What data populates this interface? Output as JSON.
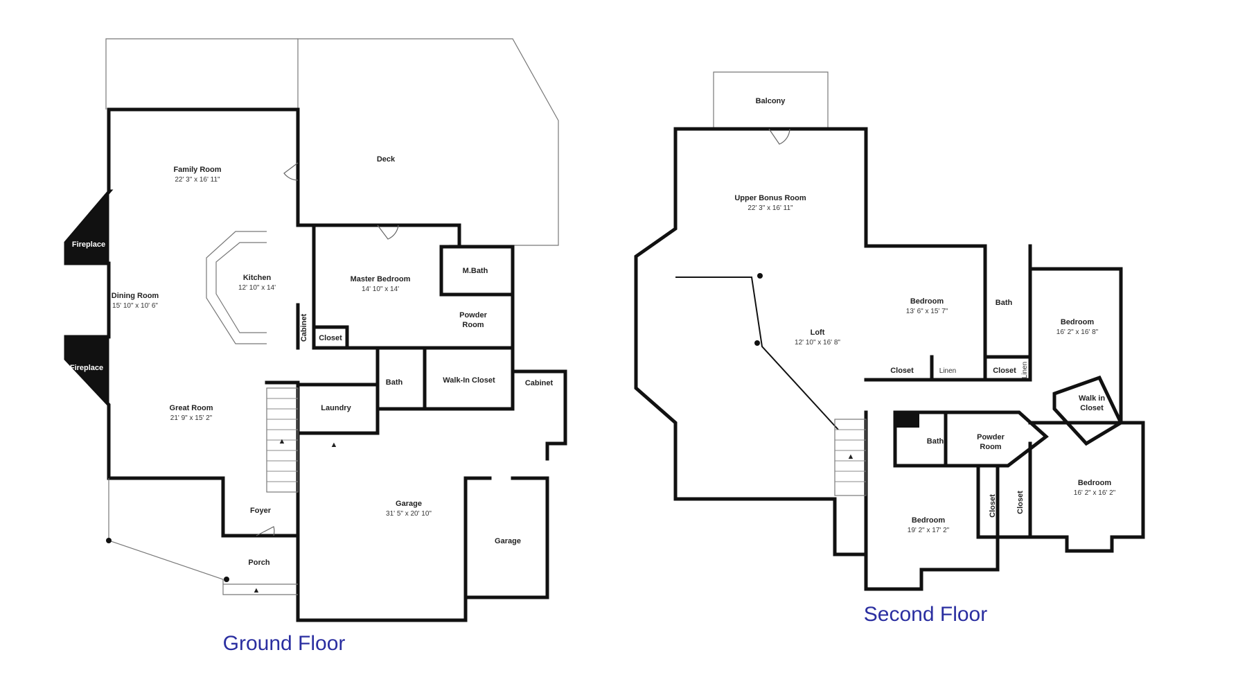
{
  "floors": {
    "ground": "Ground Floor",
    "second": "Second Floor"
  },
  "ground_rooms": {
    "family_room": {
      "name": "Family Room",
      "size": "22' 3\" x 16' 11\""
    },
    "deck": {
      "name": "Deck"
    },
    "fireplace_1": {
      "name": "Fireplace"
    },
    "fireplace_2": {
      "name": "Fireplace"
    },
    "kitchen": {
      "name": "Kitchen",
      "size": "12' 10\" x 14'"
    },
    "dining_room": {
      "name": "Dining Room",
      "size": "15' 10\" x 10' 6\""
    },
    "master_bedroom": {
      "name": "Master Bedroom",
      "size": "14' 10\" x 14'"
    },
    "m_bath": {
      "name": "M.Bath"
    },
    "powder_room": {
      "name": "Powder",
      "name2": "Room"
    },
    "cabinet_left": {
      "name": "Cabinet"
    },
    "closet": {
      "name": "Closet"
    },
    "bath": {
      "name": "Bath"
    },
    "walk_in_closet": {
      "name": "Walk-In Closet"
    },
    "cabinet_right": {
      "name": "Cabinet"
    },
    "great_room": {
      "name": "Great Room",
      "size": "21' 9\" x 15' 2\""
    },
    "laundry": {
      "name": "Laundry"
    },
    "foyer": {
      "name": "Foyer"
    },
    "porch": {
      "name": "Porch"
    },
    "garage_main": {
      "name": "Garage",
      "size": "31' 5\" x 20' 10\""
    },
    "garage_small": {
      "name": "Garage"
    }
  },
  "second_rooms": {
    "balcony": {
      "name": "Balcony"
    },
    "upper_bonus": {
      "name": "Upper Bonus Room",
      "size": "22' 3\" x 16' 11\""
    },
    "loft": {
      "name": "Loft",
      "size": "12' 10\" x 16' 8\""
    },
    "bedroom_1": {
      "name": "Bedroom",
      "size": "13' 6\" x 15' 7\""
    },
    "bath_1": {
      "name": "Bath"
    },
    "bedroom_2": {
      "name": "Bedroom",
      "size": "16' 2\" x 16' 8\""
    },
    "closet_1": {
      "name": "Closet"
    },
    "linen": {
      "name": "Linen"
    },
    "closet_2": {
      "name": "Closet"
    },
    "linen_2": {
      "name": "Linen"
    },
    "walk_in_closet": {
      "name": "Walk in",
      "name2": "Closet"
    },
    "bath_2": {
      "name": "Bath"
    },
    "powder_room": {
      "name": "Powder",
      "name2": "Room"
    },
    "bedroom_3": {
      "name": "Bedroom",
      "size": "16' 2\" x 16' 2\""
    },
    "closet_3": {
      "name": "Closet"
    },
    "closet_4": {
      "name": "Closet"
    },
    "bedroom_4": {
      "name": "Bedroom",
      "size": "19' 2\" x 17' 2\""
    }
  }
}
